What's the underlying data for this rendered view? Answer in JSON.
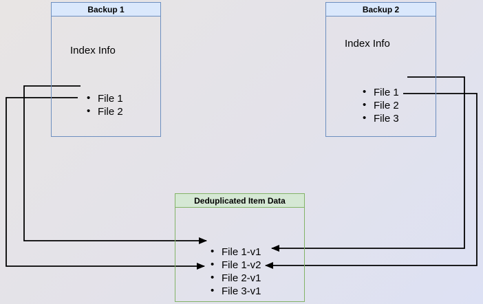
{
  "diagram": {
    "backup1": {
      "title": "Backup 1",
      "body_label": "Index Info",
      "files": [
        "File 1",
        "File 2"
      ]
    },
    "backup2": {
      "title": "Backup 2",
      "body_label": "Index Info",
      "files": [
        "File 1",
        "File 2",
        "File 3"
      ]
    },
    "dedup": {
      "title": "Deduplicated Item Data",
      "items": [
        "File 1-v1",
        "File 1-v2",
        "File 2-v1",
        "File 3-v1"
      ]
    },
    "connections": [
      {
        "from": "Backup 1 / File 1",
        "to": "File 1-v1"
      },
      {
        "from": "Backup 1 / File 2",
        "to": "File 2-v1"
      },
      {
        "from": "Backup 2 / File 1",
        "to": "File 1-v2"
      },
      {
        "from": "Backup 2 / File 2",
        "to": "File 2-v1"
      }
    ],
    "colors": {
      "blue_fill": "#dae8fc",
      "blue_stroke": "#6c8ebf",
      "green_fill": "#d5e8d4",
      "green_stroke": "#82b366",
      "line": "#000000"
    }
  }
}
